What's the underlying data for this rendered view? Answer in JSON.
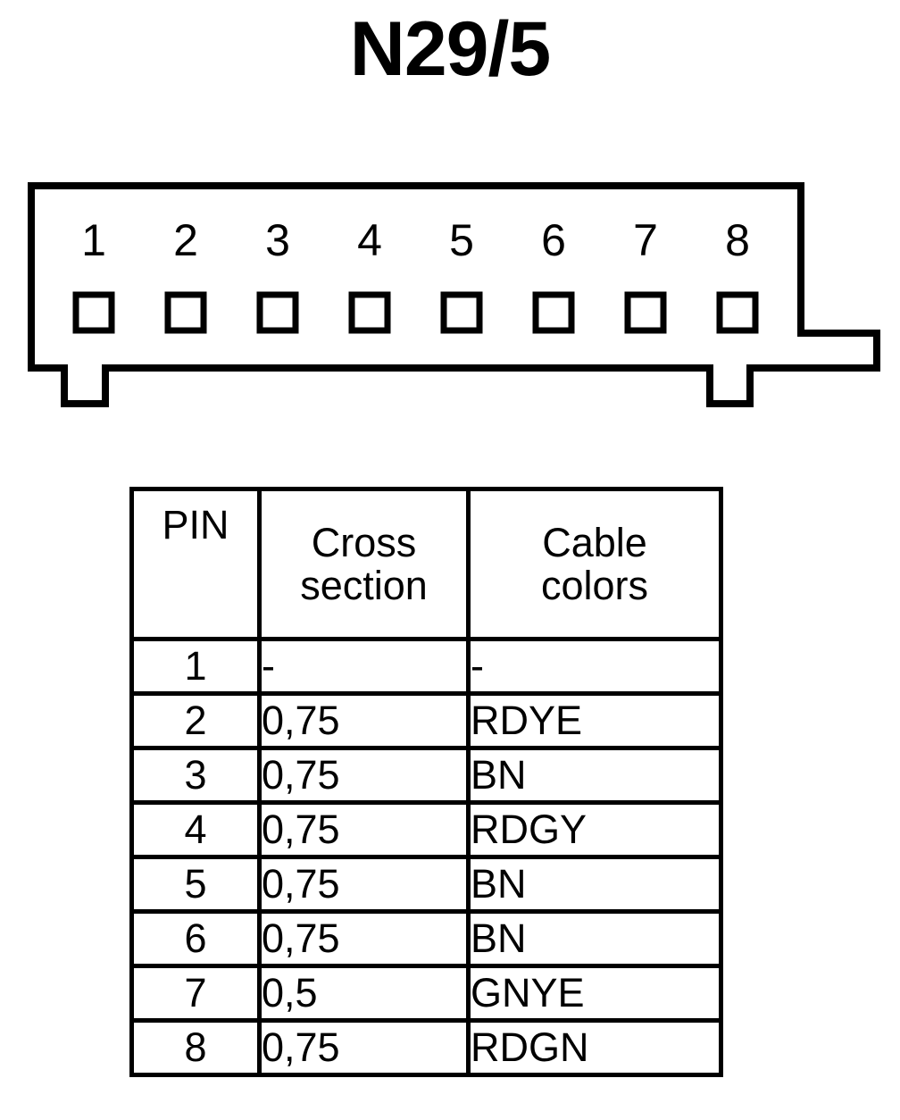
{
  "title": "N29/5",
  "connector": {
    "name": "8-way-connector-outline",
    "pin_count": 8,
    "pin_labels": [
      "1",
      "2",
      "3",
      "4",
      "5",
      "6",
      "7",
      "8"
    ],
    "outline_color": "#000000",
    "fill_color": "#ffffff"
  },
  "table": {
    "headers": {
      "pin": "PIN",
      "cross_section_line1": "Cross",
      "cross_section_line2": "section",
      "cable_colors_line1": "Cable",
      "cable_colors_line2": "colors"
    },
    "rows": [
      {
        "pin": "1",
        "cross_section": "-",
        "cable_colors": "-"
      },
      {
        "pin": "2",
        "cross_section": "0,75",
        "cable_colors": "RDYE"
      },
      {
        "pin": "3",
        "cross_section": "0,75",
        "cable_colors": "BN"
      },
      {
        "pin": "4",
        "cross_section": "0,75",
        "cable_colors": "RDGY"
      },
      {
        "pin": "5",
        "cross_section": "0,75",
        "cable_colors": "BN"
      },
      {
        "pin": "6",
        "cross_section": "0,75",
        "cable_colors": "BN"
      },
      {
        "pin": "7",
        "cross_section": "0,5",
        "cable_colors": "GNYE"
      },
      {
        "pin": "8",
        "cross_section": "0,75",
        "cable_colors": "RDGN"
      }
    ]
  }
}
